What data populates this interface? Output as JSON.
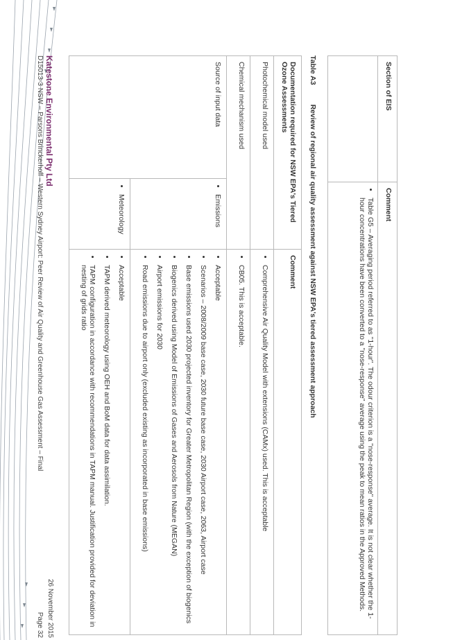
{
  "section_table": {
    "header_section": "Section of EIS",
    "header_comment": "Comment",
    "comment_bullet": "Table G5 – Averaging period referred to as \"1-hour\". The odour criterion is a \"nose-response\" average. It is not clear whether the 1-hour concentrations have been converted to a \"nose-response\" average using the peak to mean ratios in the Approved Methods."
  },
  "table_a3": {
    "label": "Table A3",
    "title": "Review of regional air quality assessment against NSW EPA's tiered assessment approach",
    "header_docs": "Documentation required for NSW EPA's Tiered Ozone Assessments",
    "header_comment": "Comment",
    "rows": [
      {
        "label": "Photochemical model used",
        "sub": "",
        "comments": [
          "Comprehensive Air Quality Model with extensions (CAMx) used. This is acceptable"
        ]
      },
      {
        "label": "Chemical mechanism used",
        "sub": "",
        "comments": [
          "CB05. This is acceptable."
        ]
      },
      {
        "label": "Source of input data",
        "sub": "Emissions",
        "comments": [
          "Acceptable",
          "Scenarios – 2008/2009 base case, 2030 future base case, 2030 Airport case, 2063, Airport case",
          "Base emissions used 2030 projected inventory for Greater Metropolitan Region (with the exception of biogenics",
          "Biogenics derived using Model of Emissions of Gases and Aerosols from Nature (MEGAN)",
          "Airport emissions for 2030",
          "Road emissions due to airport only (excluded existing as incorporated in base emissions)"
        ]
      },
      {
        "label": "",
        "sub": "Meteorology",
        "comments": [
          "Acceptable",
          "TAPM derived meteorology using OEH and BoM data for data assimilation.",
          "TAPM configuration in accordance with recommendations in TAPM manual. Justification provided for deviation in nesting of grids ratio"
        ]
      }
    ]
  },
  "footer": {
    "company": "Katestone Environmental Pty Ltd",
    "reference": "D15013-3 NSW – Parsons Brinckerhoff – Western Sydney Airport: Peer Review of Air Quality and Greenhouse Gas Assessment – Final",
    "date": "26 November 2015",
    "page": "Page 32"
  },
  "colors": {
    "accent": "#7b2d6e",
    "border": "#b8b8b8",
    "text": "#333333"
  }
}
